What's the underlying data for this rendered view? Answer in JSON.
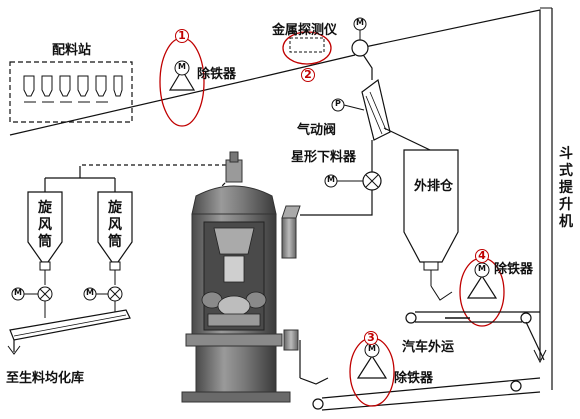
{
  "labels": {
    "batching_station": "配料站",
    "metal_detector": "金属探测仪",
    "iron_remover": "除铁器",
    "pneumatic_valve": "气动阀",
    "star_feeder": "星形下料器",
    "external_bin": "外排仓",
    "cyclone_1": "旋风筒",
    "cyclone_2": "旋风筒",
    "bucket_elevator": "斗式提升机",
    "homogenization_store": "至生料均化库",
    "truck_transport": "汽车外运",
    "iron_remover_3": "除铁器",
    "iron_remover_4": "除铁器"
  },
  "symbols": {
    "motor": "M",
    "pneumatic": "P"
  },
  "markers": [
    "1",
    "2",
    "3",
    "4"
  ],
  "colors": {
    "line": "#111111",
    "highlight": "#c00000",
    "mill_dark": "#555555",
    "mill_mid": "#8a8a8a",
    "mill_light": "#bdbdbd"
  }
}
